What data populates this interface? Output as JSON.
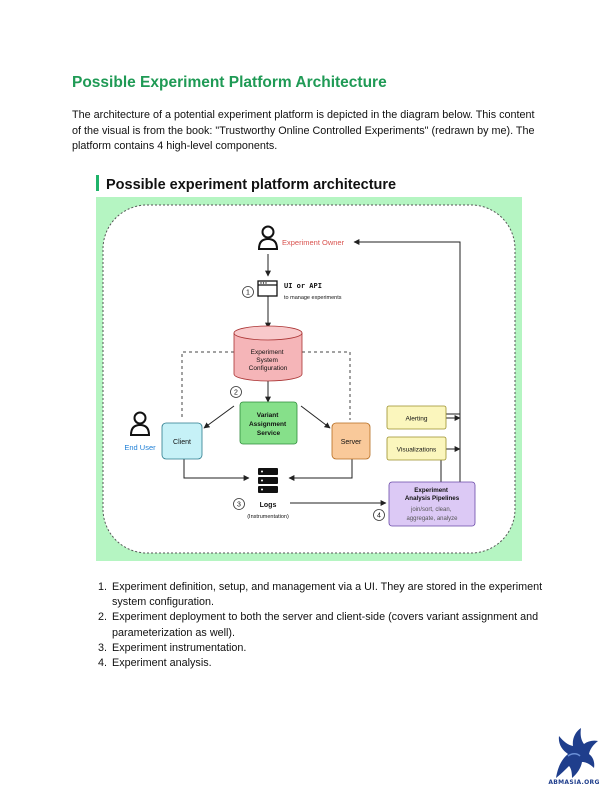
{
  "heading": "Possible Experiment Platform Architecture",
  "intro": "The architecture of a potential experiment platform is depicted in the diagram below. This content of the visual is from the book: \"Trustworthy Online Controlled Experiments\" (redrawn by me). The platform contains 4 high-level components.",
  "diagram": {
    "title": "Possible experiment platform architecture",
    "experiment_owner": "Experiment Owner",
    "ui_api": "UI or API",
    "ui_api_sub": "to manage experiments",
    "config": [
      "Experiment",
      "System",
      "Configuration"
    ],
    "variant": [
      "Variant",
      "Assignment",
      "Service"
    ],
    "end_user": "End User",
    "client": "Client",
    "server": "Server",
    "logs": "Logs",
    "logs_sub": "(Instrumentation)",
    "alerting": "Alerting",
    "visualizations": "Visualizations",
    "pipelines": [
      "Experiment",
      "Analysis Pipelines"
    ],
    "pipelines_sub": [
      "join/sort, clean,",
      "aggregate, analyze"
    ],
    "markers": [
      "1",
      "2",
      "3",
      "4"
    ]
  },
  "list": [
    "Experiment definition, setup, and management via a UI. They are stored in the experiment system configuration.",
    "Experiment deployment to both the server and client-side (covers variant assignment and parameterization as well).",
    "Experiment instrumentation.",
    "Experiment analysis."
  ],
  "logo_text": "ABMASIA.ORG",
  "colors": {
    "heading": "#1f9a55",
    "panel": "#b5f5c2",
    "accent_red": "#d9534f",
    "end_user_blue": "#1f7fd6",
    "config_fill": "#f5b5b8",
    "variant_fill": "#86e08a",
    "client_fill": "#c6f1f7",
    "server_fill": "#f9c99a",
    "alert_fill": "#fbf6bd",
    "pipeline_fill": "#dcc9f5",
    "logo_blue": "#1f3e8c"
  }
}
